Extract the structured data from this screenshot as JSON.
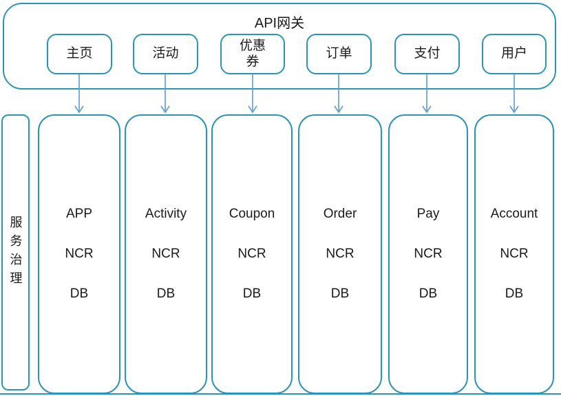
{
  "diagram": {
    "gateway": {
      "title": "API网关",
      "tabs": [
        {
          "id": "home",
          "label": "主页"
        },
        {
          "id": "activity",
          "label": "活动"
        },
        {
          "id": "coupon",
          "label": "优惠券"
        },
        {
          "id": "order",
          "label": "订单"
        },
        {
          "id": "pay",
          "label": "支付"
        },
        {
          "id": "account",
          "label": "用户"
        }
      ]
    },
    "sidebar": {
      "label": "服务治理"
    },
    "services": [
      {
        "name": "APP",
        "cache": "NCR",
        "db": "DB"
      },
      {
        "name": "Activity",
        "cache": "NCR",
        "db": "DB"
      },
      {
        "name": "Coupon",
        "cache": "NCR",
        "db": "DB"
      },
      {
        "name": "Order",
        "cache": "NCR",
        "db": "DB"
      },
      {
        "name": "Pay",
        "cache": "NCR",
        "db": "DB"
      },
      {
        "name": "Account",
        "cache": "NCR",
        "db": "DB"
      }
    ]
  },
  "colors": {
    "border": "#2b93ba",
    "arrow": "#5b9bd5",
    "text": "#1a1a1a"
  }
}
